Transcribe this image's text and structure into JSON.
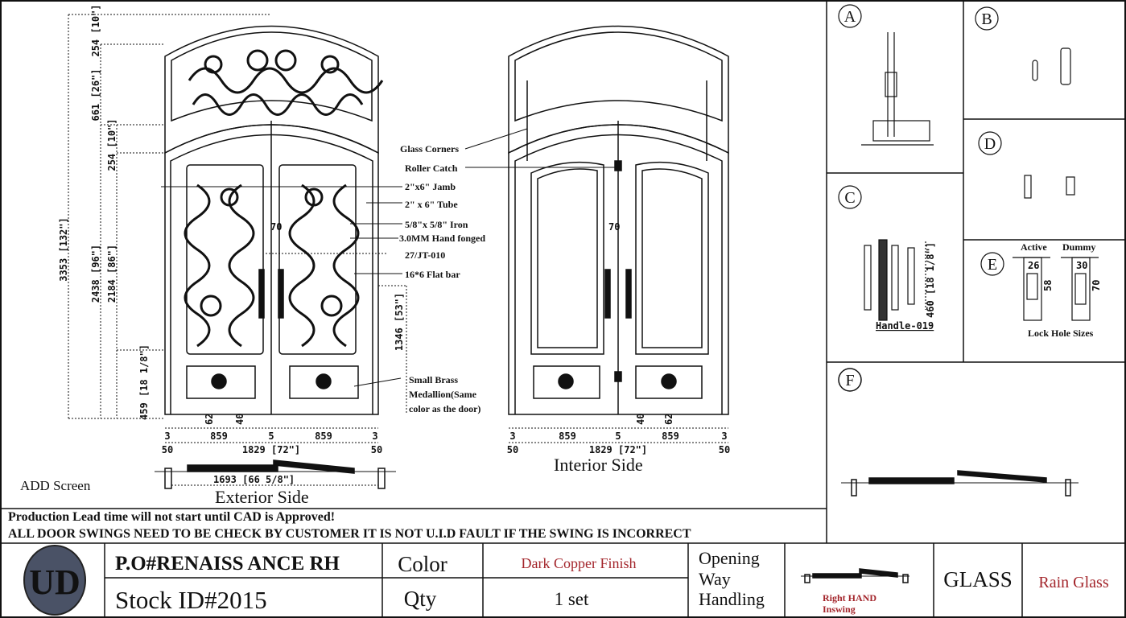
{
  "drawing": {
    "exterior_title": "Exterior Side",
    "interior_title": "Interior Side",
    "add_screen": "ADD Screen",
    "dimensions_vertical": {
      "d3353": "3353 [132\"]",
      "d2438": "2438 [96\"]",
      "d2184": "2184 [86\"]",
      "d661": "661 [26\"]",
      "d254a": "254 [10\"]",
      "d254b": "254 [10\"]",
      "d459": "459 [18 1/8\"]",
      "d1346": "1346 [53\"]"
    },
    "dimensions_horizontal": {
      "gap3": "3",
      "leaf": "859",
      "mid": "5",
      "side": "50",
      "overall": "1829 [72\"]",
      "inner": "1693 [66 5/8\"]",
      "d62": "62",
      "d40": "40",
      "d70": "70"
    },
    "callouts": [
      "Glass Corners",
      "Roller Catch",
      "2\"x6\" Jamb",
      "2\" x 6\" Tube",
      "5/8\"x 5/8\" Iron",
      "3.0MM Hand fonged",
      "27/JT-010",
      "16*6 Flat bar"
    ],
    "medallion_note": [
      "Small Brass",
      "Medallion(Same",
      "color as the door)"
    ]
  },
  "details": {
    "A": "A",
    "B": "B",
    "C": "C",
    "D": "D",
    "E": "E",
    "F": "F",
    "handle_label": "Handle-019",
    "handle_dim": "460 [18 1/8\"]",
    "lock_active": "Active",
    "lock_dummy": "Dummy",
    "lock_active_w": "26",
    "lock_active_h": "58",
    "lock_dummy_w": "30",
    "lock_dummy_h": "70",
    "lock_title": "Lock Hole Sizes"
  },
  "notes": {
    "line1": "Production Lead time will not start until CAD is Approved!",
    "line2": "ALL DOOR SWINGS NEED TO BE CHECK BY CUSTOMER IT IS NOT U.I.D FAULT IF THE SWING IS  INCORRECT"
  },
  "title_block": {
    "po": "P.O#RENAISS ANCE RH",
    "stock": "Stock ID#2015",
    "color_label": "Color",
    "color_value": "Dark Copper Finish",
    "qty_label": "Qty",
    "qty_value": "1 set",
    "opening_label": [
      "Opening",
      "Way",
      "Handling"
    ],
    "swing": [
      "Right HAND",
      "Inswing"
    ],
    "glass_label": "GLASS",
    "glass_value": "Rain Glass",
    "logo_text": "UD",
    "accent_color": "#a3252b"
  }
}
